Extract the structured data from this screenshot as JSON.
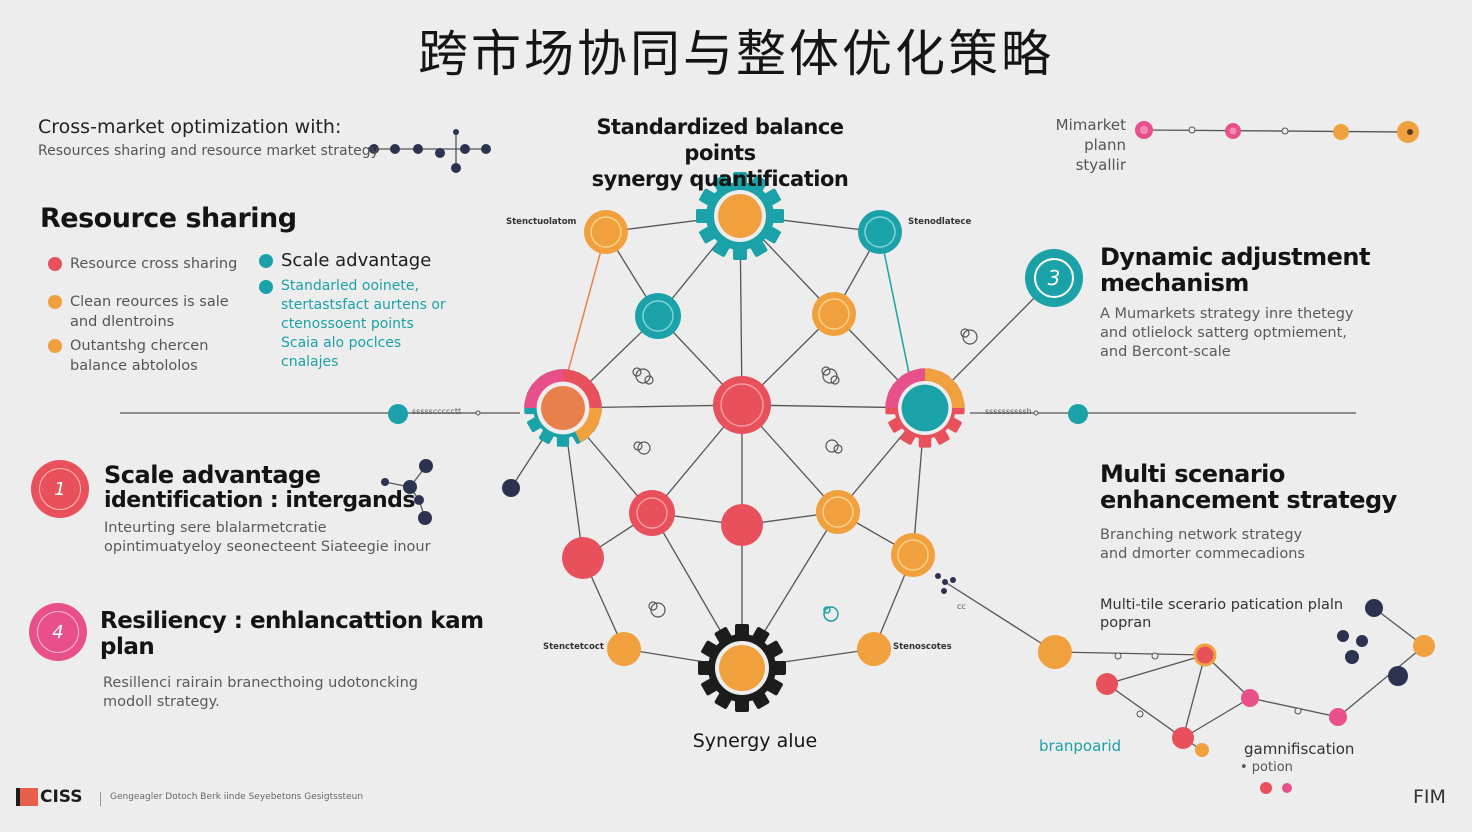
{
  "title": "跨市场协同与整体优化策略",
  "colors": {
    "red": "#e8505b",
    "orange": "#f0a03c",
    "teal": "#1ba2a8",
    "pink": "#e8508c",
    "navy": "#2c3350",
    "gear_dark": "#1c1c1c"
  },
  "top_left": {
    "heading": "Cross-market optimization with:",
    "sub": "Resources sharing and resource market strategy"
  },
  "center_top": {
    "line1": "Standardized balance points",
    "line2": "synergy quantification"
  },
  "top_right": {
    "line1": "Mimarket",
    "line2": "plann styallir"
  },
  "resource_sharing": {
    "heading": "Resource sharing",
    "items": [
      {
        "text": "Resource cross sharing"
      },
      {
        "text": "Clean reources is sale and dlentroins"
      },
      {
        "text": "Outantshg chercen balance abtololos"
      }
    ]
  },
  "scale_advantage": {
    "heading": "Scale advantage",
    "lines": [
      "Standarled ooinete,",
      "stertastsfact aurtens or",
      "ctenossoent points",
      "Scaia alo poclces",
      "cnalajes"
    ]
  },
  "dynamic": {
    "badge": "3",
    "heading_l1": "Dynamic adjustment",
    "heading_l2": "mechanism",
    "body": [
      "A Mumarkets strategy inre thetegy",
      "and otlielock satterg optmiement,",
      "and Bercont-scale"
    ]
  },
  "scale_ident": {
    "badge": "1",
    "heading_l1": "Scale advantage",
    "heading_l2": "identification : intergands",
    "body": [
      "Inteurting sere blalarmetcratie",
      "opintimuatyeloy seonecteent Siateegie inour"
    ]
  },
  "multi": {
    "heading_l1": "Multi scenario",
    "heading_l2": "enhancement strategy",
    "body": [
      "Branching network strategy",
      "and dmorter commecadions"
    ],
    "sub_l1": "Multi-tile scerario patication plaln",
    "sub_l2": "popran"
  },
  "resiliency": {
    "badge": "4",
    "heading_l1": "Resiliency : enhlancattion kam",
    "heading_l2": "plan",
    "body": [
      "Resillenci rairain branecthoing udotoncking",
      "modoll strategy."
    ]
  },
  "node_labels": {
    "top_left": "Stenctuolatom",
    "top_right": "Stenodlatece",
    "left_mid": "sssssccccctt",
    "right_mid": "ssssssssssh",
    "bottom_left": "Stenctetcoct",
    "bottom_right": "Stenoscotes",
    "small_cc": "cc"
  },
  "synergy": "Synergy alue",
  "bottom_right": {
    "branch": "branpoarid",
    "gamm": "gamnifiscation",
    "gamm_sub": "• potion",
    "fim": "FIM"
  },
  "footer": {
    "logo": "CISS",
    "caption": "Gengeagler Dotoch Berk iinde Seyebetons Gesigtssteun"
  }
}
